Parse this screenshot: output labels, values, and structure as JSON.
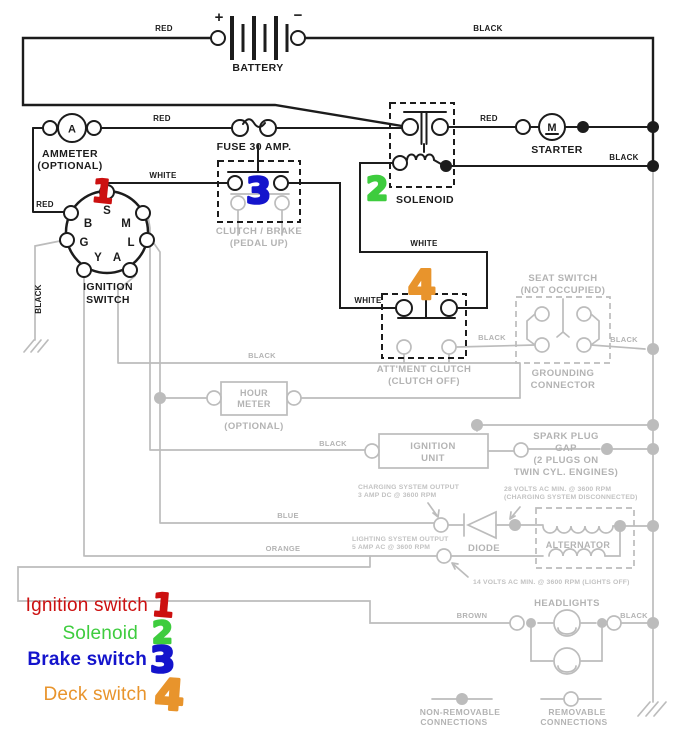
{
  "colors": {
    "wire_black": "#1c1c1c",
    "wire_gray": "#bcbcbc",
    "annotation_red": "#cc1010",
    "annotation_green": "#3ecc3e",
    "annotation_blue": "#1414cc",
    "annotation_orange": "#e8942c"
  },
  "battery": {
    "label": "BATTERY",
    "plus": "+",
    "minus": "−"
  },
  "wire_labels": {
    "red": "RED",
    "black": "BLACK",
    "white": "WHITE",
    "blue": "BLUE",
    "orange": "ORANGE",
    "brown": "BROWN"
  },
  "components": {
    "ammeter": {
      "line1": "AMMETER",
      "line2": "(OPTIONAL)",
      "symbol": "A"
    },
    "fuse": {
      "label": "FUSE 30 AMP."
    },
    "solenoid": {
      "label": "SOLENOID"
    },
    "starter": {
      "label": "STARTER",
      "symbol": "M"
    },
    "ignition_switch": {
      "line1": "IGNITION",
      "line2": "SWITCH",
      "terminals": [
        "S",
        "B",
        "M",
        "G",
        "L",
        "Y",
        "A"
      ]
    },
    "clutch_brake": {
      "line1": "CLUTCH / BRAKE",
      "line2": "(PEDAL UP)"
    },
    "attachment_clutch": {
      "line1": "ATT'MENT CLUTCH",
      "line2": "(CLUTCH OFF)"
    },
    "seat_switch": {
      "line1": "SEAT SWITCH",
      "line2": "(NOT OCCUPIED)"
    },
    "grounding_connector": {
      "line1": "GROUNDING",
      "line2": "CONNECTOR"
    },
    "hour_meter": {
      "line1": "HOUR",
      "line2": "METER",
      "line3": "(OPTIONAL)"
    },
    "ignition_unit": {
      "line1": "IGNITION",
      "line2": "UNIT"
    },
    "spark_plug_gap": {
      "line1": "SPARK PLUG",
      "line2": "GAP",
      "line3": "(2 PLUGS ON",
      "line4": "TWIN CYL. ENGINES)"
    },
    "diode": {
      "label": "DIODE"
    },
    "alternator": {
      "label": "ALTERNATOR"
    },
    "headlights": {
      "label": "HEADLIGHTS"
    }
  },
  "notes": {
    "charging_output": {
      "line1": "CHARGING SYSTEM OUTPUT",
      "line2": "3 AMP DC @ 3600 RPM"
    },
    "volts28": {
      "line1": "28 VOLTS AC MIN. @ 3600 RPM",
      "line2": "(CHARGING SYSTEM DISCONNECTED)"
    },
    "lighting_output": {
      "line1": "LIGHTING SYSTEM OUTPUT",
      "line2": "5 AMP AC @ 3600 RPM"
    },
    "volts14": {
      "line1": "14 VOLTS AC MIN. @ 3600 RPM (LIGHTS OFF)"
    }
  },
  "connections_key": {
    "non_removable": {
      "line1": "NON-REMOVABLE",
      "line2": "CONNECTIONS"
    },
    "removable": {
      "line1": "REMOVABLE",
      "line2": "CONNECTIONS"
    }
  },
  "legend": {
    "items": [
      {
        "label": "Ignition switch",
        "number": "1",
        "color": "#cc1010"
      },
      {
        "label": "Solenoid",
        "number": "2",
        "color": "#3ecc3e"
      },
      {
        "label": "Brake switch",
        "number": "3",
        "color": "#1414cc"
      },
      {
        "label": "Deck switch",
        "number": "4",
        "color": "#e8942c"
      }
    ]
  }
}
